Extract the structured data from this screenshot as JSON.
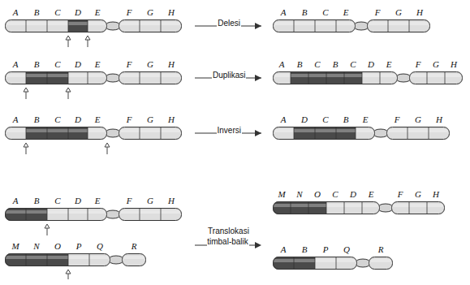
{
  "diagram": {
    "nodes": [
      {
        "text": [
          "A",
          "B",
          "C",
          "D",
          "E",
          "F",
          "G",
          "H"
        ]
      },
      {
        "text": [
          "A",
          "B",
          "C",
          "E",
          "F",
          "G",
          "H"
        ]
      },
      {
        "text": [
          "A",
          "B",
          "C",
          "D",
          "E",
          "F",
          "G",
          "H"
        ]
      },
      {
        "text": [
          "A",
          "B",
          "C",
          "B",
          "C",
          "D",
          "E",
          "F",
          "G",
          "H"
        ]
      },
      {
        "text": [
          "A",
          "B",
          "C",
          "D",
          "E",
          "F",
          "G",
          "H"
        ]
      },
      {
        "text": [
          "A",
          "D",
          "C",
          "B",
          "E",
          "F",
          "G",
          "H"
        ]
      },
      {
        "text": [
          "A",
          "B",
          "C",
          "D",
          "E",
          "F",
          "G",
          "H"
        ]
      },
      {
        "text": [
          "M",
          "N",
          "O",
          "C",
          "D",
          "E",
          "F",
          "G",
          "H"
        ]
      },
      {
        "text": [
          "M",
          "N",
          "O",
          "P",
          "Q",
          "R"
        ]
      },
      {
        "text": [
          "A",
          "B",
          "P",
          "Q",
          "R"
        ]
      }
    ],
    "edges": [
      {
        "from": 0,
        "to": 1,
        "arrow": "to",
        "label": "Delesi"
      },
      {
        "from": 2,
        "to": 3,
        "arrow": "to",
        "label": "Duplikasi"
      },
      {
        "from": 4,
        "to": 5,
        "arrow": "to",
        "label": "Inversi"
      }
    ],
    "labels": [
      "Translokasi timbal-balik"
    ]
  }
}
